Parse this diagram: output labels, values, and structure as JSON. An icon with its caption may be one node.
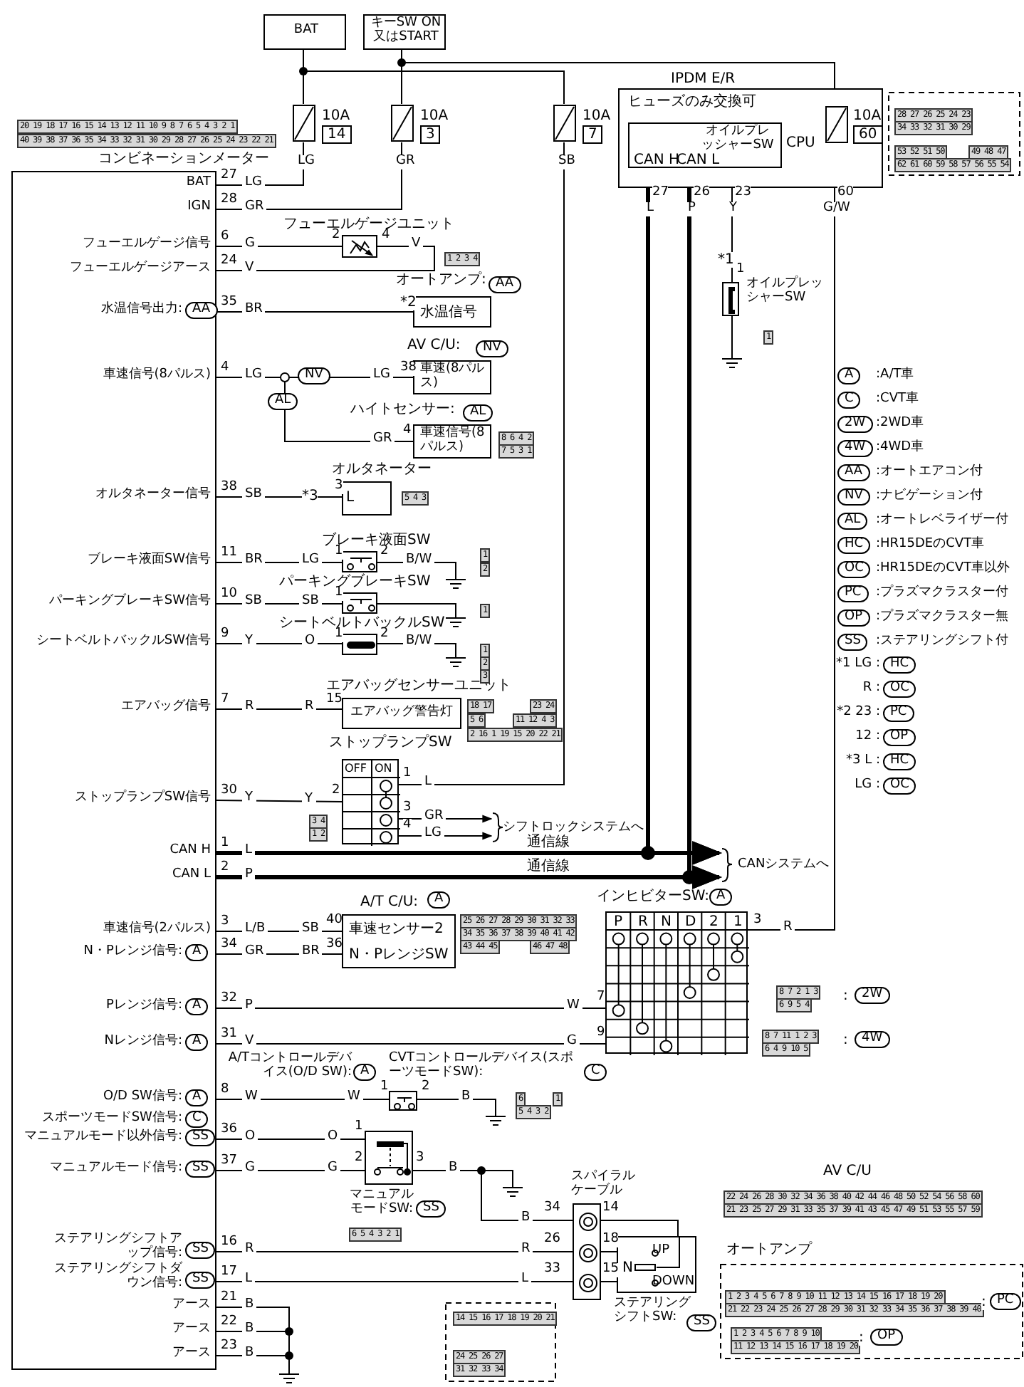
{
  "diagram": {
    "nodes": [
      {
        "text": [
          "BAT"
        ]
      },
      {
        "text": [
          "キーSW ON又はSTART"
        ]
      },
      {
        "text": [],
        "shape": "fuse",
        "beside": [
          "10A",
          "14"
        ]
      },
      {
        "text": [],
        "shape": "fuse",
        "beside": [
          "10A",
          "3"
        ]
      },
      {
        "text": [],
        "shape": "fuse",
        "beside": [
          "10A",
          "7"
        ]
      },
      {
        "text": [
          "IPDM E/R",
          "ヒューズのみ交換可"
        ]
      },
      {
        "text": [
          "オイルプレッシャーSW",
          "CAN H",
          "CAN L"
        ],
        "in": 5,
        "beside": [
          "CPU"
        ]
      },
      {
        "text": [],
        "shape": "fuse",
        "in": 5,
        "beside": [
          "10A",
          "60"
        ]
      },
      {
        "text": [
          "コンビネーションメーター"
        ]
      },
      {
        "text": [
          "フューエルゲージユニット"
        ]
      },
      {
        "text": [
          "オートアンプ:",
          "水温信号"
        ]
      },
      {
        "text": [
          "AV C/U:",
          "車速(8パルス)"
        ]
      },
      {
        "text": [
          "ハイトセンサー:",
          "車速信号(8パルス)"
        ]
      },
      {
        "text": [
          "オルタネーター",
          "L"
        ]
      },
      {
        "text": [
          "ブレーキ液面SW"
        ]
      },
      {
        "text": [
          "パーキングブレーキSW"
        ]
      },
      {
        "text": [
          "シートベルトバックルSW"
        ]
      },
      {
        "text": [
          "エアバッグセンサーユニット",
          "エアバッグ警告灯"
        ]
      },
      {
        "text": [
          "ストップランプSW",
          "OFF",
          "ON"
        ]
      },
      {
        "text": [
          "A/T C/U:",
          "車速センサー2",
          "N・PレンジSW"
        ]
      },
      {
        "text": [
          "インヒビターSW:",
          "P",
          "R",
          "N",
          "D",
          "2",
          "1"
        ]
      },
      {
        "text": [
          "A/Tコントロールデバイス(O/D SW):",
          "CVTコントロールデバイス(スポーツモードSW):"
        ]
      },
      {
        "text": [
          "マニュアルモードSW:"
        ]
      },
      {
        "text": [
          "スパイラルケーブル"
        ]
      },
      {
        "text": [
          "UP",
          "N",
          "DOWN",
          "ステアリングシフトSW:"
        ]
      },
      {
        "text": [
          "オイルプレッシャーSW"
        ]
      },
      {
        "text": [
          "シフトロックシステムへ"
        ]
      },
      {
        "text": [
          "CANシステムへ"
        ]
      },
      {
        "text": [],
        "shape": "ground"
      },
      {
        "text": [],
        "shape": "ground"
      },
      {
        "text": [],
        "shape": "ground"
      },
      {
        "text": [],
        "shape": "ground"
      },
      {
        "text": [],
        "shape": "ground"
      },
      {
        "text": [],
        "shape": "ground"
      },
      {
        "text": [],
        "shape": "ground"
      }
    ],
    "edges": [
      {
        "from": 0,
        "to": 2,
        "arrow": "none"
      },
      {
        "from": 0,
        "to": 4,
        "arrow": "none"
      },
      {
        "from": 1,
        "to": 3,
        "arrow": "none"
      },
      {
        "from": 1,
        "to": 7,
        "arrow": "none"
      },
      {
        "from": 2,
        "to": 8,
        "arrow": "none"
      },
      {
        "from": 3,
        "to": 8,
        "arrow": "none"
      },
      {
        "from": 8,
        "to": 9,
        "arrow": "none"
      },
      {
        "from": 9,
        "to": 8,
        "arrow": "none"
      },
      {
        "from": 8,
        "to": 10,
        "arrow": "none"
      },
      {
        "from": 8,
        "to": 11,
        "arrow": "none"
      },
      {
        "from": 8,
        "to": 12,
        "arrow": "none"
      },
      {
        "from": 8,
        "to": 13,
        "arrow": "none"
      },
      {
        "from": 8,
        "to": 14,
        "arrow": "none"
      },
      {
        "from": 14,
        "to": 29,
        "arrow": "none"
      },
      {
        "from": 8,
        "to": 15,
        "arrow": "none"
      },
      {
        "from": 15,
        "to": 30,
        "arrow": "none"
      },
      {
        "from": 8,
        "to": 16,
        "arrow": "none"
      },
      {
        "from": 16,
        "to": 31,
        "arrow": "none"
      },
      {
        "from": 8,
        "to": 17,
        "arrow": "none"
      },
      {
        "from": 8,
        "to": 18,
        "arrow": "none"
      },
      {
        "from": 4,
        "to": 18,
        "arrow": "none"
      },
      {
        "from": 18,
        "to": 26,
        "arrow": "to"
      },
      {
        "from": 18,
        "to": 26,
        "arrow": "to"
      },
      {
        "from": 8,
        "to": 27,
        "arrow": "to",
        "label": "通信線",
        "style": "thick"
      },
      {
        "from": 8,
        "to": 27,
        "arrow": "to",
        "label": "通信線",
        "style": "thick"
      },
      {
        "from": 6,
        "to": 27,
        "arrow": "to",
        "style": "thick"
      },
      {
        "from": 6,
        "to": 27,
        "arrow": "to",
        "style": "thick"
      },
      {
        "from": 6,
        "to": 25,
        "arrow": "none"
      },
      {
        "from": 25,
        "to": 28,
        "arrow": "none"
      },
      {
        "from": 7,
        "to": 20,
        "arrow": "none"
      },
      {
        "from": 8,
        "to": 19,
        "arrow": "none"
      },
      {
        "from": 8,
        "to": 19,
        "arrow": "none"
      },
      {
        "from": 8,
        "to": 20,
        "arrow": "none"
      },
      {
        "from": 8,
        "to": 20,
        "arrow": "none"
      },
      {
        "from": 8,
        "to": 21,
        "arrow": "none"
      },
      {
        "from": 21,
        "to": 32,
        "arrow": "none"
      },
      {
        "from": 8,
        "to": 22,
        "arrow": "none"
      },
      {
        "from": 8,
        "to": 22,
        "arrow": "none"
      },
      {
        "from": 22,
        "to": 33,
        "arrow": "none"
      },
      {
        "from": 22,
        "to": 23,
        "arrow": "none"
      },
      {
        "from": 8,
        "to": 23,
        "arrow": "none"
      },
      {
        "from": 8,
        "to": 23,
        "arrow": "none"
      },
      {
        "from": 23,
        "to": 24,
        "arrow": "none"
      },
      {
        "from": 23,
        "to": 24,
        "arrow": "none"
      },
      {
        "from": 23,
        "to": 24,
        "arrow": "none"
      },
      {
        "from": 8,
        "to": 34,
        "arrow": "none"
      },
      {
        "from": 8,
        "to": 34,
        "arrow": "none"
      },
      {
        "from": 8,
        "to": 34,
        "arrow": "none"
      }
    ],
    "labels": [
      "20 19 18 17 16 15 14 13 12 11 10 9 8 7 6 5 4 3 2 1",
      "40 39 38 37 36 35 34 33 32 31 30 29 28 27 26 25 24 23 22 21",
      "LG",
      "GR",
      "SB",
      "27",
      "L",
      "26",
      "P",
      "23",
      "Y",
      "60",
      "G/W",
      "*1",
      "1",
      "1",
      "28 27 26 25 24 23",
      "34 33 32 31 30 29",
      "53 52 51 50",
      "49 48 47",
      "62 61 60 59 58 57 56 55 54",
      "BAT",
      "27",
      "LG",
      "IGN",
      "28",
      "GR",
      "フューエルゲージ信号",
      "6",
      "G",
      "2",
      "4",
      "V",
      "1 2 3 4",
      "フューエルゲージアース",
      "24",
      "V",
      "AA",
      "水温信号出力:",
      "AA",
      "35",
      "BR",
      "*2",
      "NV",
      "車速信号(8パルス)",
      "4",
      "LG",
      "NV",
      "LG",
      "38",
      "AL",
      "AL",
      "GR",
      "4",
      "8 6 4 2",
      "7 5 3 1",
      "オルタネーター信号",
      "38",
      "SB",
      "*3",
      "3",
      "5 4 3",
      "ブレーキ液面SW信号",
      "11",
      "BR",
      "LG",
      "1",
      "2",
      "B/W",
      "1",
      "2",
      "パーキングブレーキSW信号",
      "10",
      "SB",
      "SB",
      "1",
      "1",
      "シートベルトバックルSW信号",
      "9",
      "Y",
      "O",
      "1",
      "2",
      "B/W",
      "1",
      "2",
      "3",
      "エアバッグ信号",
      "7",
      "R",
      "R",
      "15",
      "18 17",
      "23 24",
      "5 6",
      "11 12 4 3",
      "2 16 1 19 15 20 22 21",
      "ストップランプSW信号",
      "30",
      "Y",
      "Y",
      "2",
      "1",
      "L",
      "3",
      "GR",
      "4",
      "LG",
      "3 4",
      "1 2",
      "CAN H",
      "1",
      "L",
      "CAN L",
      "2",
      "P",
      "A",
      "車速信号(2パルス)",
      "3",
      "L/B",
      "SB",
      "40",
      "N・Pレンジ信号:",
      "A",
      "34",
      "GR",
      "BR",
      "36",
      "25 26 27 28 29 30 31 32 33",
      "34 35 36 37 38 39 40 41 42",
      "43 44 45",
      "46 47 48",
      "A",
      "3",
      "R",
      "Pレンジ信号:",
      "A",
      "32",
      "P",
      "W",
      "7",
      "Nレンジ信号:",
      "A",
      "31",
      "V",
      "G",
      "9",
      "8 7 2 1 3",
      "6 9 5 4",
      ":",
      "2W",
      "8 7 11 1 2 3",
      "6 4 9 10 5",
      ":",
      "4W",
      "A",
      "C",
      "O/D SW信号:",
      "A",
      "8",
      "W",
      "W",
      "1",
      "2",
      "B",
      "6",
      "1",
      "5 4 3 2",
      "スポーツモードSW信号:",
      "C",
      "マニュアルモード以外信号:",
      "SS",
      "36",
      "O",
      "O",
      "1",
      "マニュアルモード信号:",
      "SS",
      "37",
      "G",
      "G",
      "2",
      "3",
      "B",
      "SS",
      "6 5 4 3 2 1",
      "ステアリングシフトアップ信号:",
      "SS",
      "16",
      "R",
      "B",
      "34",
      "14",
      "R",
      "26",
      "18",
      "ステアリングシフトダウン信号:",
      "SS",
      "17",
      "L",
      "L",
      "33",
      "15",
      "SS",
      "アース",
      "21",
      "B",
      "アース",
      "22",
      "B",
      "アース",
      "23",
      "B",
      "14 15 16 17 18 19 20 21",
      "24 25 26 27",
      "31 32 33 34",
      "AV C/U",
      "22 24 26 28 30 32 34 36 38 40 42 44 46 48 50 52 54 56 58 60",
      "21 23 25 27 29 31 33 35 37 39 41 43 45 47 49 51 53 55 57 59",
      "オートアンプ",
      "1 2 3 4 5 6 7 8 9 10 11 12 13 14 15 16 17 18 19 20",
      "21 22 23 24 25 26 27 28 29 30 31 32 33 34 35 36 37 38 39 40",
      ":",
      "PC",
      "1 2 3 4 5 6 7 8 9 10",
      "11 12 13 14 15 16 17 18 19 20",
      ":",
      "OP",
      "A",
      ":A/T車",
      "C",
      ":CVT車",
      "2W",
      ":2WD車",
      "4W",
      ":4WD車",
      "AA",
      ":オートエアコン付",
      "NV",
      ":ナビゲーション付",
      "AL",
      ":オートレベライザー付",
      "HC",
      ":HR15DEのCVT車",
      "OC",
      ":HR15DEのCVT車以外",
      "PC",
      ":プラズマクラスター付",
      "OP",
      ":プラズマクラスター無",
      "SS",
      ":ステアリングシフト付",
      "*1 LG :",
      "HC",
      "R :",
      "OC",
      "*2 23 :",
      "PC",
      "12 :",
      "OP",
      "*3 L :",
      "HC",
      "LG :",
      "OC"
    ]
  }
}
